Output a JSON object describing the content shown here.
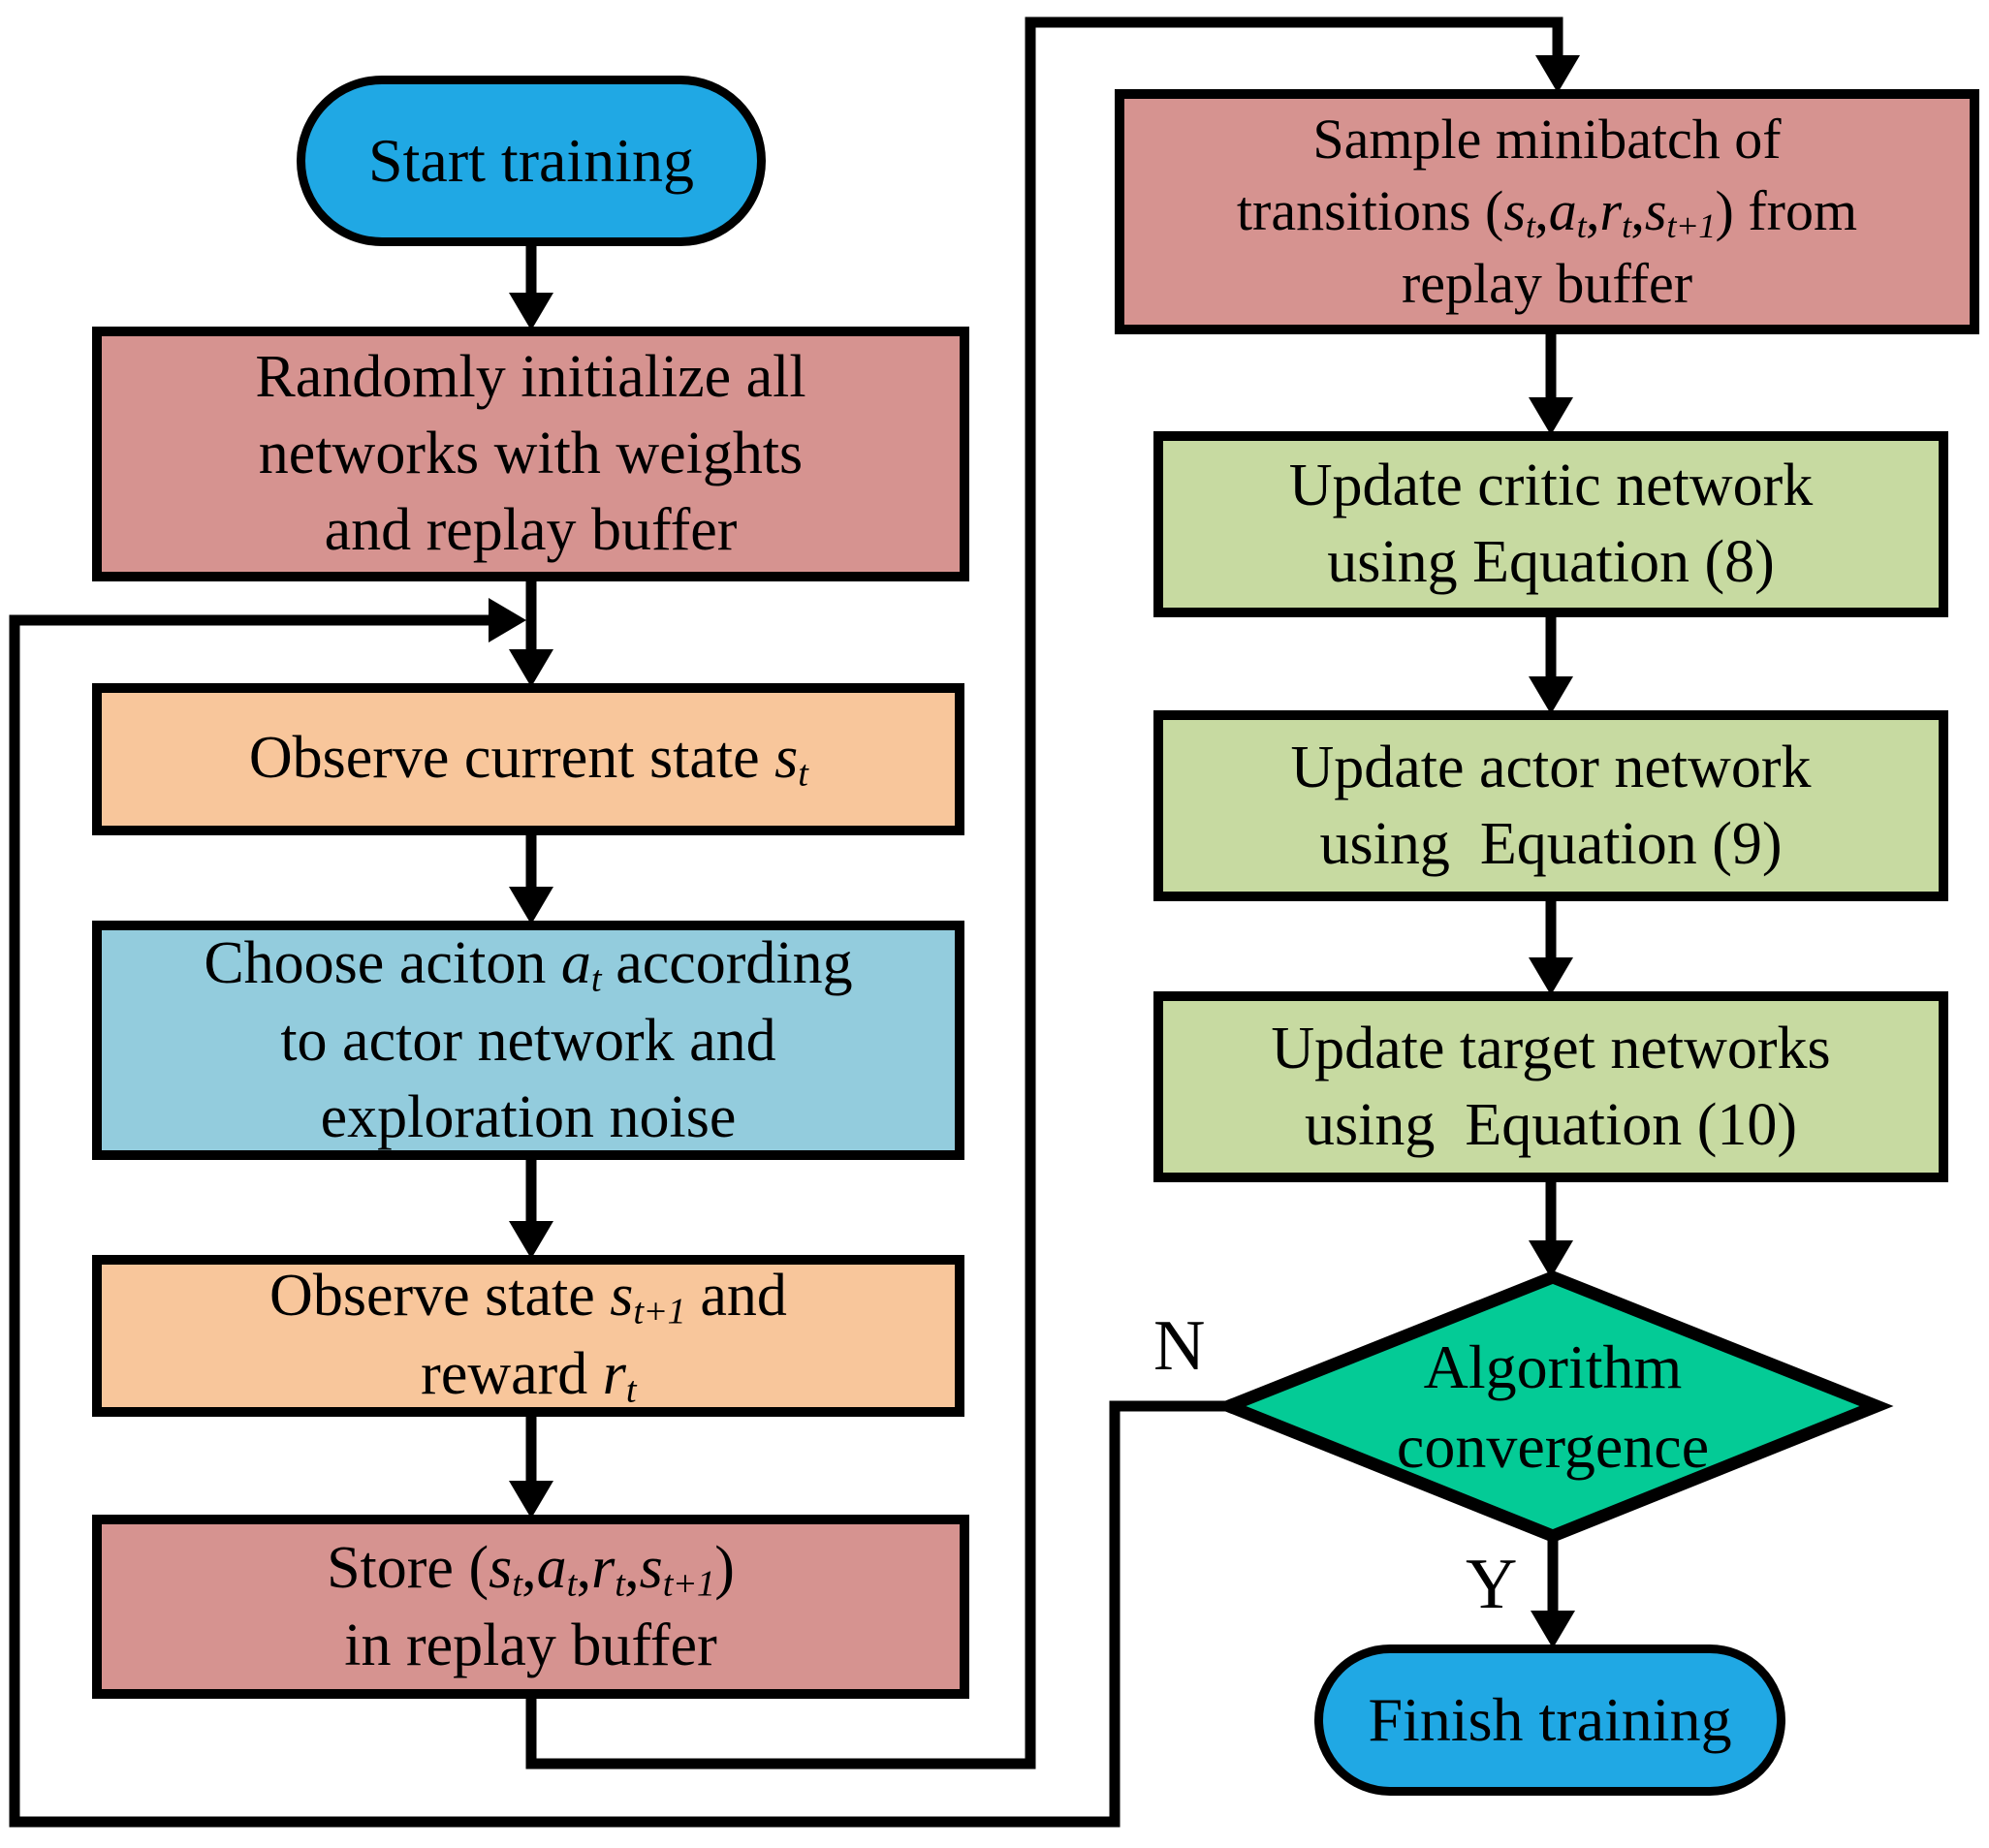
{
  "figure": {
    "type": "flowchart",
    "title": "DDPG training procedure flowchart"
  },
  "colors": {
    "terminal_blue": "#20A8E4",
    "buffer_red": "#D69390",
    "observe_orange": "#F8C69B",
    "action_cyan": "#93CCDD",
    "update_green": "#C7DAA1",
    "decision_teal": "#04CB96",
    "outline_black": "#000000"
  },
  "edge_labels": {
    "no": "N",
    "yes": "Y"
  },
  "nodes": {
    "start": {
      "label": "Start training"
    },
    "init": {
      "l1": "Randomly initialize all",
      "l2": "networks with weights",
      "l3": "and replay buffer"
    },
    "observe_state": {
      "l1a": "Observe current state ",
      "v1": "s",
      "s1": "t"
    },
    "choose_action": {
      "l1a": "Choose aciton ",
      "v1": "a",
      "s1": "t",
      "l1b": " according",
      "l2": "to actor network and",
      "l3": "exploration noise"
    },
    "observe_next": {
      "l1a": "Observe state ",
      "v1": "s",
      "s1": "t+1",
      "l1b": " and",
      "l2a": "reward ",
      "v2": "r",
      "s2": "t"
    },
    "store": {
      "l1a": "Store (",
      "v1": "s",
      "s1": "t",
      "c1": ",",
      "v2": "a",
      "s2": "t",
      "c2": ",",
      "v3": "r",
      "s3": "t",
      "c3": ",",
      "v4": "s",
      "s4": "t+1",
      "l1b": ")",
      "l2": "in replay buffer"
    },
    "sample": {
      "l1": "Sample minibatch of",
      "l2a": "transitions (",
      "v1": "s",
      "s1": "t",
      "c1": ",",
      "v2": "a",
      "s2": "t",
      "c2": ",",
      "v3": "r",
      "s3": "t",
      "c3": ",",
      "v4": "s",
      "s4": "t+1",
      "l2b": ") from",
      "l3": "replay buffer"
    },
    "update_critic": {
      "l1": "Update critic network",
      "l2": "using Equation (8)"
    },
    "update_actor": {
      "l1": "Update actor network",
      "l2": "using  Equation (9)"
    },
    "update_target": {
      "l1": "Update target networks",
      "l2": "using  Equation (10)"
    },
    "convergence": {
      "l1": "Algorithm",
      "l2": "convergence"
    },
    "finish": {
      "label": "Finish training"
    }
  }
}
